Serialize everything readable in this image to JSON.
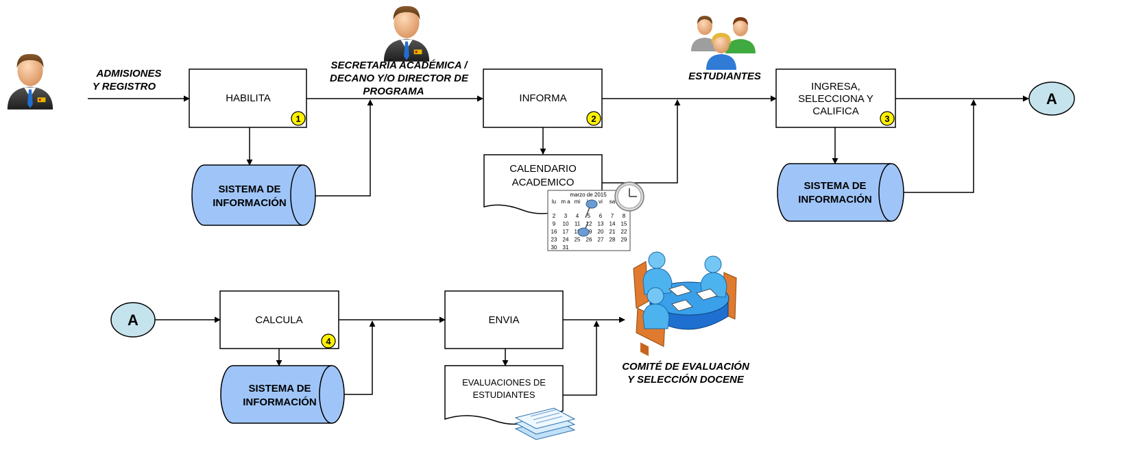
{
  "actors": {
    "admisiones": [
      "ADMISIONES",
      "Y REGISTRO"
    ],
    "secretaria": [
      "SECRETARÍA ACADÉMICA /",
      "DECANO Y/O DIRECTOR DE",
      "PROGRAMA"
    ],
    "estudiantes": "ESTUDIANTES",
    "comite": [
      "COMITÉ DE EVALUACIÓN",
      "Y SELECCIÓN DOCENE"
    ]
  },
  "processes": {
    "habilita": "HABILITA",
    "informa": "INFORMA",
    "ingresa": [
      "INGRESA,",
      "SELECCIONA Y",
      "CALIFICA"
    ],
    "calcula": "CALCULA",
    "envia": "ENVIA"
  },
  "steps": [
    "1",
    "2",
    "3",
    "4"
  ],
  "databases": {
    "db1": [
      "SISTEMA DE",
      "INFORMACIÓN"
    ],
    "db2": [
      "SISTEMA DE",
      "INFORMACIÓN"
    ],
    "db3": [
      "SISTEMA DE",
      "INFORMACIÓN"
    ]
  },
  "documents": {
    "calendario": [
      "CALENDARIO",
      "ACADEMICO"
    ],
    "evaluaciones": [
      "EVALUACIONES DE",
      "ESTUDIANTES"
    ]
  },
  "connectors": {
    "out": "A",
    "in": "A"
  },
  "calendar": {
    "title": "marzo de 2015",
    "day_headers": [
      "lu",
      "m a",
      "mi",
      "ju",
      "vi",
      "sa"
    ],
    "rows": [
      [
        "2",
        "3",
        "4",
        "5",
        "6",
        "7",
        "8"
      ],
      [
        "9",
        "10",
        "11",
        "12",
        "13",
        "14",
        "15"
      ],
      [
        "16",
        "17",
        "18",
        "19",
        "20",
        "21",
        "22"
      ],
      [
        "23",
        "24",
        "25",
        "26",
        "27",
        "28",
        "29"
      ],
      [
        "30",
        "31",
        "",
        "",
        "",
        "",
        ""
      ]
    ]
  },
  "colors": {
    "database_fill": "#9fc5f8",
    "connector_fill": "#c5e3ec",
    "step_badge": "#fff200",
    "stroke": "#000000"
  },
  "icons": {
    "admisiones": "businessman-icon",
    "secretaria": "businessman-icon",
    "estudiantes": "group-of-people-icon",
    "comite": "meeting-table-icon",
    "calendario": "calendar-clock-icon",
    "evaluaciones": "paper-stack-icon"
  }
}
